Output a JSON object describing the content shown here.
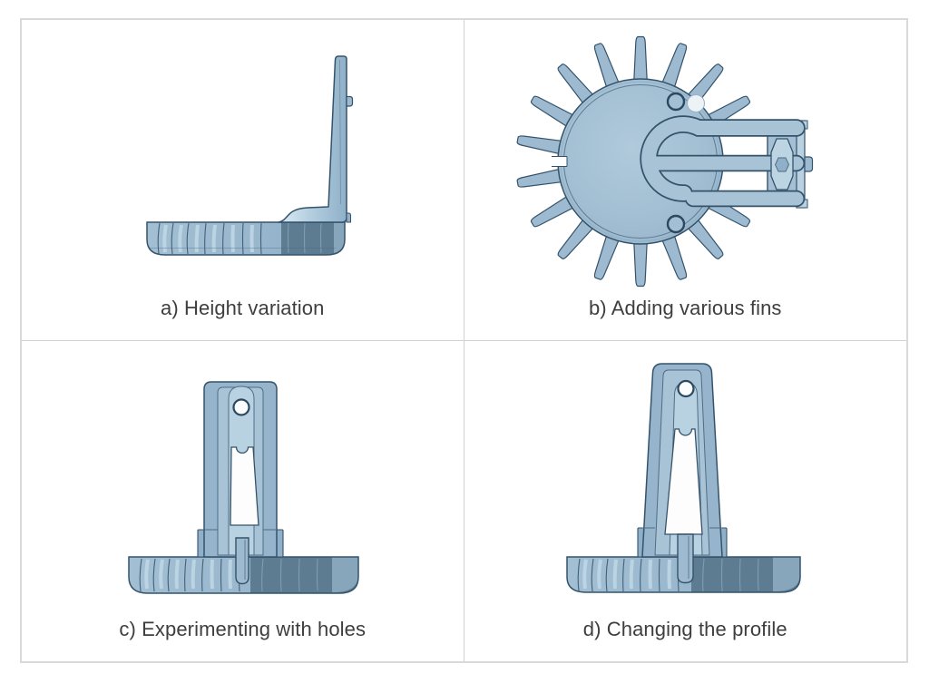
{
  "figure": {
    "panels": [
      {
        "label": "a",
        "caption": "a) Height variation"
      },
      {
        "label": "b",
        "caption": "b) Adding various fins"
      },
      {
        "label": "c",
        "caption": "c) Experimenting with holes"
      },
      {
        "label": "d",
        "caption": "d) Changing the profile"
      }
    ],
    "colors": {
      "model_fill": "#9dbad1",
      "model_inner_light": "#b9d2e2",
      "model_shadow": "#5d7c92",
      "model_edge": "#34536b",
      "frame_border": "#d9d9d9",
      "divider": "#d2d2d2",
      "caption_text": "#3e3e3e",
      "background": "#ffffff"
    }
  }
}
